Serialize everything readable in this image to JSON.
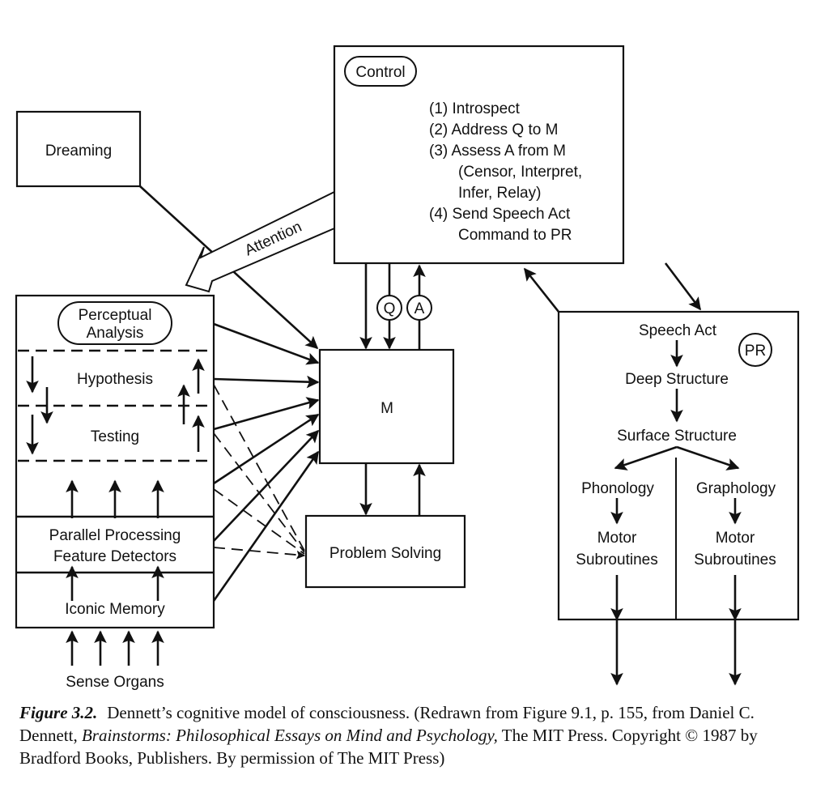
{
  "control": {
    "title": "Control",
    "steps": [
      "(1) Introspect",
      "(2) Address Q to M",
      "(3) Assess A from M",
      "(Censor, Interpret,",
      "Infer, Relay)",
      "(4) Send Speech Act",
      "Command to PR"
    ]
  },
  "dreaming": {
    "label": "Dreaming"
  },
  "attention": {
    "label": "Attention"
  },
  "perceptual": {
    "title_line1": "Perceptual",
    "title_line2": "Analysis",
    "hypothesis": "Hypothesis",
    "testing": "Testing",
    "parallel_line1": "Parallel Processing",
    "parallel_line2": "Feature Detectors",
    "iconic": "Iconic Memory",
    "sense": "Sense Organs"
  },
  "m_box": {
    "label": "M",
    "q": "Q",
    "a": "A"
  },
  "problem_solving": {
    "label": "Problem Solving"
  },
  "pr": {
    "badge": "PR",
    "speech_act": "Speech Act",
    "deep": "Deep Structure",
    "surface": "Surface Structure",
    "phonology": "Phonology",
    "graphology": "Graphology",
    "motor": "Motor",
    "subroutines": "Subroutines"
  },
  "caption": {
    "figure_label": "Figure 3.2.",
    "text_1": "Dennett’s cognitive model of consciousness. (Redrawn from Figure 9.1, p. 155, from Daniel C. Dennett, ",
    "book_title": "Brainstorms: Philosophical Essays on Mind and Psychology,",
    "text_2": " The MIT Press. Copyright © 1987 by Bradford Books, Publishers. By permission of The MIT Press)"
  }
}
